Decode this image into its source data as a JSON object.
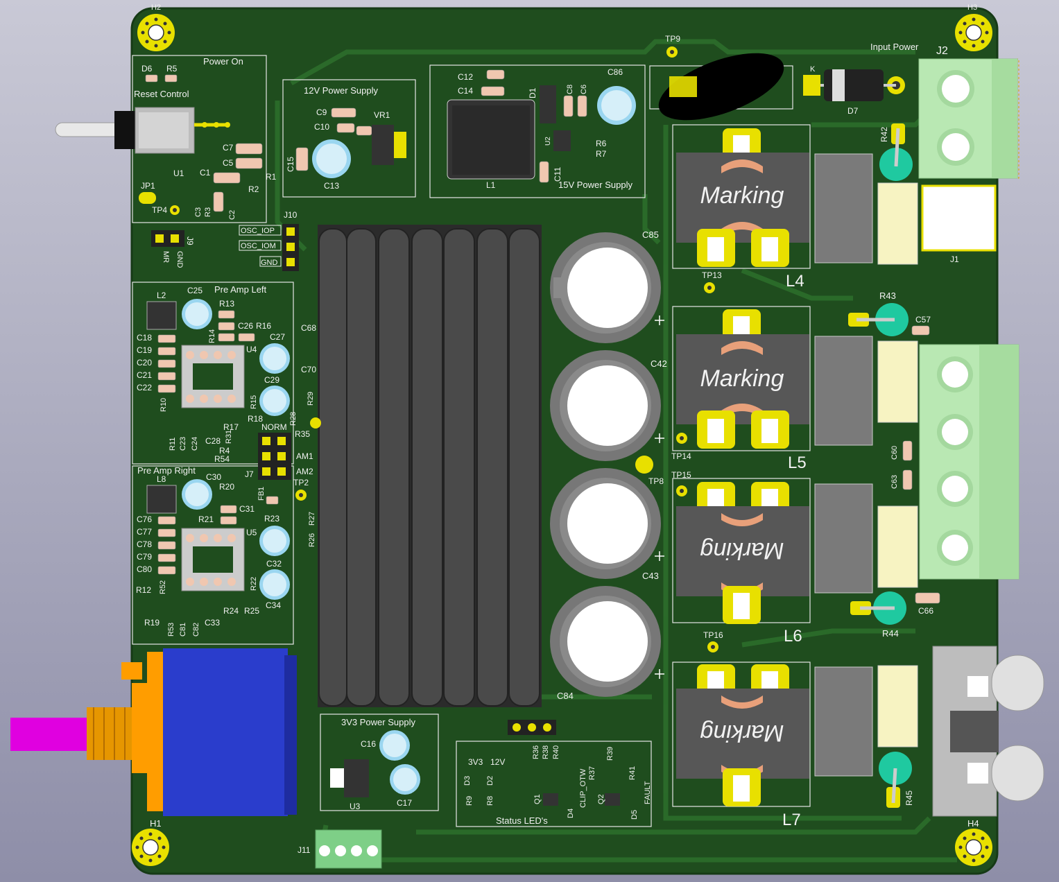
{
  "colors": {
    "board": "#1f4d1e",
    "silk": "#f2f2f2",
    "copper_pad": "#e8e000",
    "terminal_green": "#b9e8b3",
    "electrolytic": "#9ad6f0",
    "heatsink": "#3c3c3c",
    "pot_body": "#2a3dcc",
    "pot_shaft": "#e000e0",
    "resistor_body": "#1fc9a0",
    "inductor_core": "#575757"
  },
  "mounting_holes": [
    "H2",
    "H3",
    "H1",
    "H4"
  ],
  "sections": {
    "power_on": "Power On",
    "reset_control": "Reset Control",
    "supply_12v": "12V Power Supply",
    "supply_15v": "15V Power Supply",
    "input_power": "Input Power",
    "preamp_left": "Pre Amp Left",
    "preamp_right": "Pre Amp Right",
    "supply_3v3": "3V3 Power Supply",
    "status_leds": "Status LED's"
  },
  "connectors": {
    "j2": "J2",
    "j1": "J1",
    "j9": "J9",
    "j10": "J10",
    "j7": "J7",
    "j11": "J11",
    "j9_pins": [
      "MR",
      "GND"
    ],
    "j10_pins": [
      "OSC_IOP",
      "OSC_IOM",
      "GND"
    ],
    "j7_pins": [
      "NORM",
      "AM1",
      "AM2"
    ]
  },
  "inductors": {
    "l4": "L4",
    "l5": "L5",
    "l6": "L6",
    "l7": "L7",
    "marking": "Marking",
    "l1": "L1",
    "l2": "L2",
    "l8": "L8"
  },
  "big_caps": {
    "c85": "C85",
    "c42": "C42",
    "c43": "C43",
    "c84": "C84",
    "c86": "C86",
    "c13": "C13",
    "c15": "C15"
  },
  "testpoints": [
    "TP9",
    "TP13",
    "TP14",
    "TP15",
    "TP16",
    "TP8",
    "TP2",
    "TP4"
  ],
  "top_left": {
    "d6": "D6",
    "r5": "R5",
    "u1": "U1",
    "jp1": "JP1",
    "c1": "C1",
    "c7": "C7",
    "c5": "C5",
    "r1": "R1",
    "r2": "R2",
    "c3": "C3",
    "r3": "R3",
    "c2": "C2"
  },
  "supply12": {
    "c9": "C9",
    "c10": "C10",
    "vr1": "VR1"
  },
  "supply15": {
    "c12": "C12",
    "c14": "C14",
    "d1": "D1",
    "c8": "C8",
    "c6": "C6",
    "u2": "U2",
    "r6": "R6",
    "r7": "R7",
    "c11": "C11"
  },
  "input": {
    "k": "K",
    "d7": "D7",
    "r42": "R42",
    "r43": "R43",
    "c57": "C57",
    "c60": "C60",
    "c63": "C63",
    "c66": "C66",
    "r44": "R44",
    "r45": "R45"
  },
  "preamp_left": {
    "c25": "C25",
    "r13": "R13",
    "c26": "C26",
    "r16": "R16",
    "r14": "R14",
    "c27": "C27",
    "u4": "U4",
    "c29": "C29",
    "r15": "R15",
    "r18": "R18",
    "r17": "R17",
    "r10": "R10",
    "r11": "R11",
    "c23": "C23",
    "c24": "C24",
    "c28": "C28",
    "r31": "R31",
    "r4": "R4",
    "r54": "R54",
    "left_col": [
      "C18",
      "C19",
      "C20",
      "C21",
      "C22"
    ]
  },
  "preamp_right": {
    "c30": "C30",
    "r20": "R20",
    "c31": "C31",
    "r21": "R21",
    "r23": "R23",
    "u5": "U5",
    "c32": "C32",
    "r22": "R22",
    "c34": "C34",
    "r12": "R12",
    "r52": "R52",
    "r19": "R19",
    "r53": "R53",
    "c81": "C81",
    "c82": "C82",
    "c33": "C33",
    "r24": "R24",
    "r25": "R25",
    "fb1": "FB1",
    "left_col": [
      "C76",
      "C77",
      "C78",
      "C79",
      "C80"
    ]
  },
  "mid_column": {
    "c68": "C68",
    "c70": "C70",
    "r29": "R29",
    "r28": "R28",
    "r35": "R35",
    "r27": "R27",
    "r26": "R26"
  },
  "supply3v3": {
    "c16": "C16",
    "c17": "C17",
    "u3": "U3"
  },
  "status": {
    "v33": "3V3",
    "v12": "12V",
    "d3": "D3",
    "d2": "D2",
    "r9": "R9",
    "r8": "R8",
    "r36": "R36",
    "r38": "R38",
    "r40": "R40",
    "q1": "Q1",
    "d4": "D4",
    "clip": "CLIP_OTW",
    "r37": "R37",
    "r39": "R39",
    "q2": "Q2",
    "r41": "R41",
    "d5": "D5",
    "fault": "FAULT"
  }
}
